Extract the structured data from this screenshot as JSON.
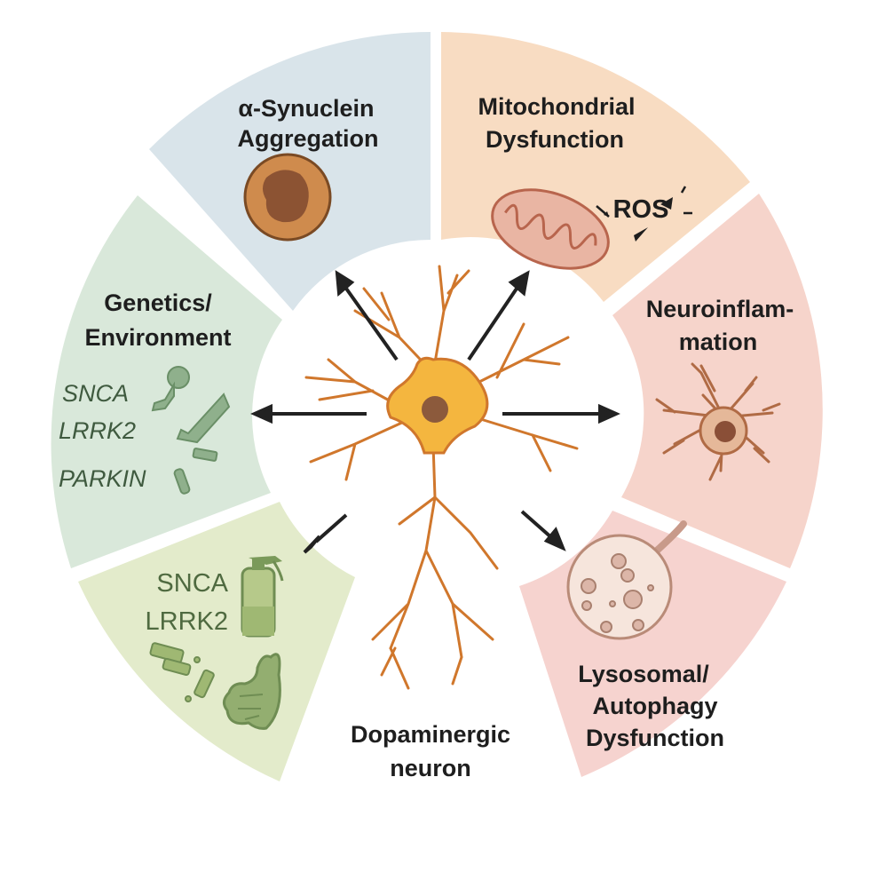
{
  "colors": {
    "synuclein": "#d9e4ea",
    "mito": "#f8dcc2",
    "neuroinflammation": "#f6d4cb",
    "lysosomal": "#f6d3cf",
    "environment": "#e3ebcb",
    "genetics": "#d9e8da",
    "neuron_body": "#f4b63f",
    "neuron_stroke": "#d0772c",
    "arrow": "#222222"
  },
  "segments": {
    "synuclein": {
      "title_line1": "α-Synuclein",
      "title_line2": "Aggregation",
      "icon": "protein-aggregate-icon"
    },
    "mito": {
      "title_line1": "Mitochondrial",
      "title_line2": "Dysfunction",
      "icon": "mitochondrion-icon",
      "ros_label": "ROS"
    },
    "neuroinflammation": {
      "title_line1": "Neuroinflam-",
      "title_line2": "mation",
      "icon": "microglia-icon"
    },
    "lysosomal": {
      "title_line1": "Lysosomal/",
      "title_line2": "Autophagy",
      "title_line3": "Dysfunction",
      "icon": "lysosome-icon"
    },
    "environment": {
      "genes": [
        "SNCA",
        "LRRK2"
      ],
      "icons": [
        "spray-bottle-icon",
        "pesticide-pellets-icon",
        "gut-icon"
      ]
    },
    "genetics": {
      "title_line1": "Genetics/",
      "title_line2": "Environment",
      "genes": [
        "SNCA",
        "LRRK2",
        "PARKIN"
      ],
      "icon": "gene-protein-icon"
    }
  },
  "center": {
    "label_line1": "Dopaminergic",
    "label_line2": "neuron",
    "icon": "neuron-icon"
  }
}
